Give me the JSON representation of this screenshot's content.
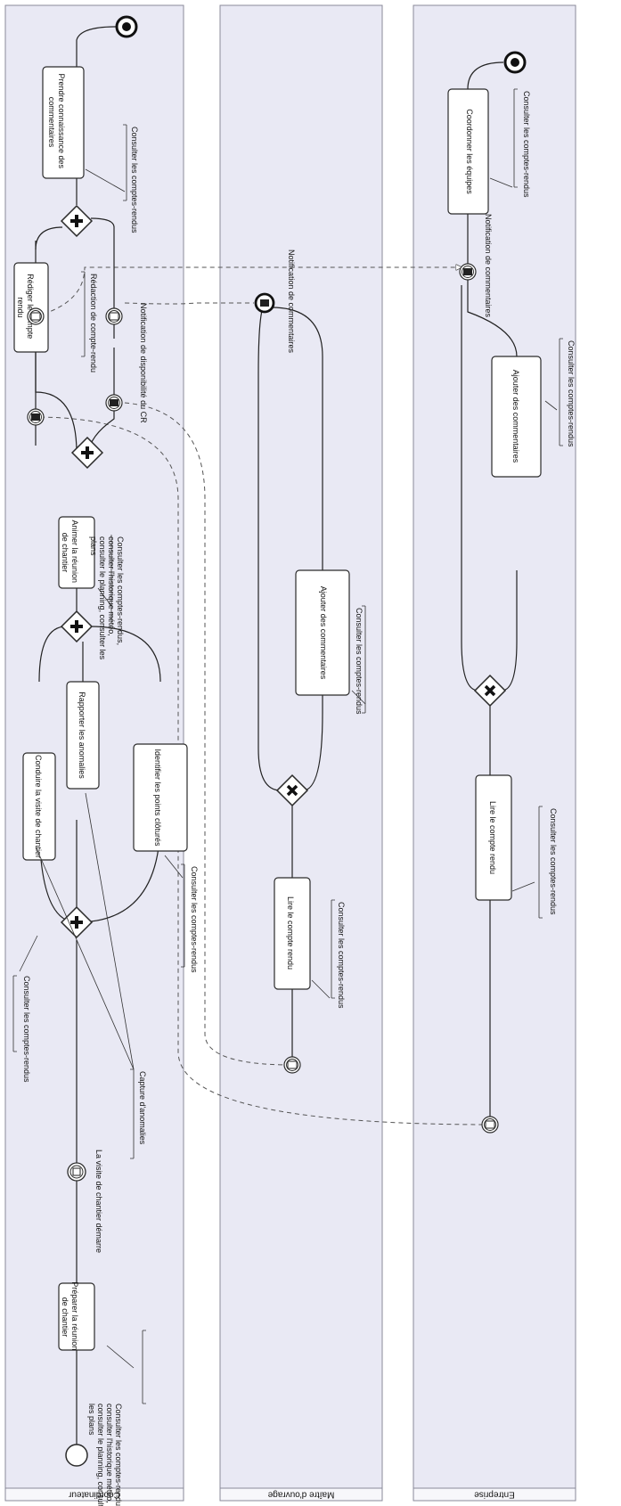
{
  "lanes": {
    "coordinateur": "Coordinateur",
    "maitre_ouvrage": "Maître d'ouvrage",
    "entreprise": "Entreprise"
  },
  "coordinateur": {
    "task_preparer": [
      "Préparer la réunion",
      "de chantier"
    ],
    "task_conduire": "Conduire la visite de chantier",
    "task_rapporter": "Rapporter les anomalies",
    "task_identifier": "Identifier les points clôturés",
    "task_animer": [
      "Animer la réunion",
      "de chantier"
    ],
    "task_rediger": [
      "Rédiger le compte",
      "rendu"
    ],
    "task_prendre": [
      "Prendre connaissance des",
      "commentaires"
    ],
    "event_visite": "La visite de chantier démarre",
    "event_notif_cr": "Notification de disponibilité du CR",
    "annot_preparer": [
      "Consulter les comptes-rendus,",
      "consulter l'historique météo,",
      "consulter le planning, consulter",
      "les plans"
    ],
    "annot_conduire": "Consulter les comptes-rendus",
    "annot_capture": "Capture d'anomalies",
    "annot_identifier": "Consulter les comptes-rendus",
    "annot_animer": [
      "Consulter les comptes-rendus,",
      "consulter l'historique météo,",
      "consulter le planning, consulter les",
      "plans"
    ],
    "annot_rediger": "Rédaction de compte-rendu",
    "annot_prendre": "Consulter les comptes-rendus"
  },
  "maitre": {
    "task_lire": "Lire le compte rendu",
    "task_ajouter": "Ajouter des commentaires",
    "event_notif_comm": "Notification de commentaires",
    "annot_lire": "Consulter les comptes-rendus",
    "annot_ajouter": "Consulter les comptes-rendus"
  },
  "entreprise": {
    "task_lire": "Lire le compte rendu",
    "task_ajouter": "Ajouter des commentaires",
    "task_coordonner": "Coordonner les équipes",
    "event_notif_comm": "Notification de commentaires",
    "annot_lire": "Consulter les comptes-rendus",
    "annot_ajouter": "Consulter les comptes-rendus",
    "annot_coordonner": "Consulter les comptes-rendus"
  }
}
